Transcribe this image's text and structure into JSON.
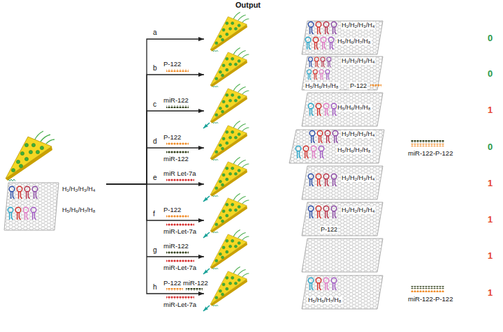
{
  "diagram": {
    "title": "Output",
    "nodes": [
      {
        "text": [
          "H₁/H₂/H₃/H₄",
          "H₅/H₆/H₇/H₈"
        ]
      },
      {
        "text": [
          "H₁/H₂/H₃/H₄",
          "H₅/H₆/H₇/H₈"
        ]
      },
      {
        "text": [
          "H₁/H₂/H₃/H₄",
          "H₅/H₆/H₇/H₈",
          "P-122"
        ]
      },
      {
        "text": [
          "H₅/H₆/H₇/H₈"
        ]
      },
      {
        "text": [
          "H₁/H₂/H₃/H₄",
          "H₅/H₆/H₇/H₈"
        ]
      },
      {
        "text": [
          "H₁/H₂/H₃/H₄"
        ]
      },
      {
        "text": [
          "H₁/H₂/H₃/H₄",
          "P-122"
        ]
      },
      {
        "text": [
          "H₅/H₆/H₇/H₈"
        ]
      }
    ],
    "edges": [
      {
        "from": 0,
        "to": 1,
        "arrow": "to",
        "label": "a"
      },
      {
        "from": 0,
        "to": 2,
        "arrow": "to",
        "label": "b"
      },
      {
        "from": 0,
        "to": 3,
        "arrow": "to",
        "label": "c"
      },
      {
        "from": 0,
        "to": 4,
        "arrow": "to",
        "label": "d"
      },
      {
        "from": 0,
        "to": 5,
        "arrow": "to",
        "label": "e"
      },
      {
        "from": 0,
        "to": 6,
        "arrow": "to",
        "label": "f"
      },
      {
        "from": 0,
        "to": 7,
        "arrow": "to",
        "label": "h"
      }
    ],
    "labels": [
      "P-122",
      "miR-122",
      "P-122",
      "miR-122",
      "miR Let-7a",
      "P-122",
      "miR-Let-7a",
      "g",
      "miR-122",
      "miR-Let-7a",
      "P-122 miR-122",
      "miR-Let-7a",
      "miR-122-P-122",
      "miR-122-P-122",
      "0",
      "0",
      "1",
      "0",
      "1",
      "1",
      "1",
      "1"
    ]
  }
}
